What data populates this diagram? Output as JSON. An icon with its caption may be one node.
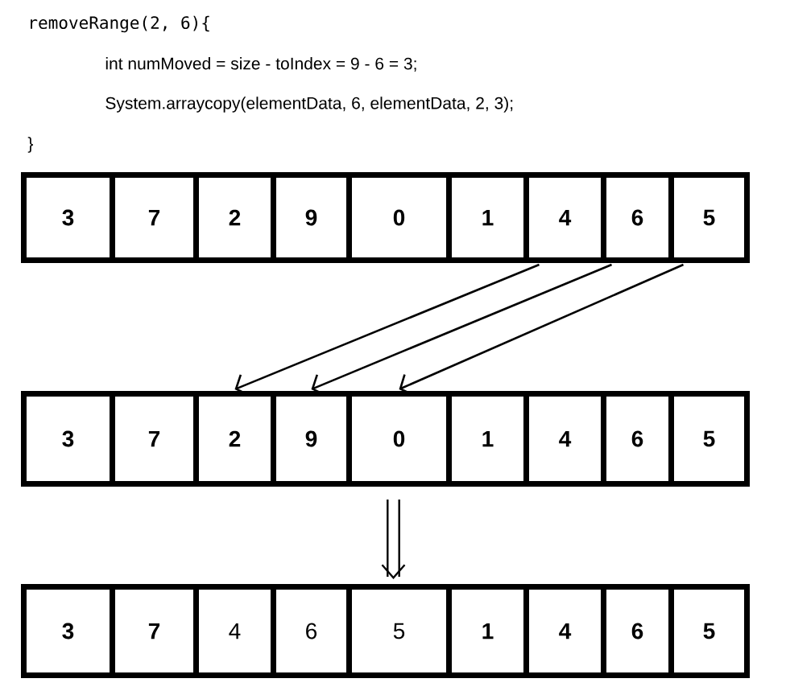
{
  "diagram": {
    "nodes": [
      {
        "text": [],
        "shape": "box"
      },
      {
        "text": [
          "3"
        ],
        "in": 0
      },
      {
        "text": [
          "7"
        ],
        "in": 0
      },
      {
        "text": [
          "2"
        ],
        "in": 0
      },
      {
        "text": [
          "9"
        ],
        "in": 0
      },
      {
        "text": [
          "0"
        ],
        "in": 0
      },
      {
        "text": [
          "1"
        ],
        "in": 0
      },
      {
        "text": [
          "4"
        ],
        "in": 0
      },
      {
        "text": [
          "6"
        ],
        "in": 0
      },
      {
        "text": [
          "5"
        ],
        "in": 0
      },
      {
        "text": [],
        "shape": "box"
      },
      {
        "text": [
          "3"
        ],
        "in": 10
      },
      {
        "text": [
          "7"
        ],
        "in": 10
      },
      {
        "text": [
          "2"
        ],
        "in": 10
      },
      {
        "text": [
          "9"
        ],
        "in": 10
      },
      {
        "text": [
          "0"
        ],
        "in": 10
      },
      {
        "text": [
          "1"
        ],
        "in": 10
      },
      {
        "text": [
          "4"
        ],
        "in": 10
      },
      {
        "text": [
          "6"
        ],
        "in": 10
      },
      {
        "text": [
          "5"
        ],
        "in": 10
      },
      {
        "text": [],
        "shape": "box"
      },
      {
        "text": [
          "3"
        ],
        "in": 20
      },
      {
        "text": [
          "7"
        ],
        "in": 20
      },
      {
        "text": [
          "4"
        ],
        "in": 20
      },
      {
        "text": [
          "6"
        ],
        "in": 20
      },
      {
        "text": [
          "5"
        ],
        "in": 20
      },
      {
        "text": [
          "1"
        ],
        "in": 20
      },
      {
        "text": [
          "4"
        ],
        "in": 20
      },
      {
        "text": [
          "6"
        ],
        "in": 20
      },
      {
        "text": [
          "5"
        ],
        "in": 20
      }
    ],
    "edges": [
      {
        "from": 7,
        "to": 13,
        "arrow": "to"
      },
      {
        "from": 8,
        "to": 14,
        "arrow": "to"
      },
      {
        "from": 9,
        "to": 15,
        "arrow": "to"
      },
      {
        "from": 10,
        "to": 20,
        "arrow": "to",
        "style": "thick"
      }
    ],
    "labels": [
      "removeRange(2, 6){",
      "int numMoved = size - toIndex = 9 - 6 = 3;",
      "System.arraycopy(elementData, 6, elementData, 2, 3);",
      "}"
    ]
  }
}
